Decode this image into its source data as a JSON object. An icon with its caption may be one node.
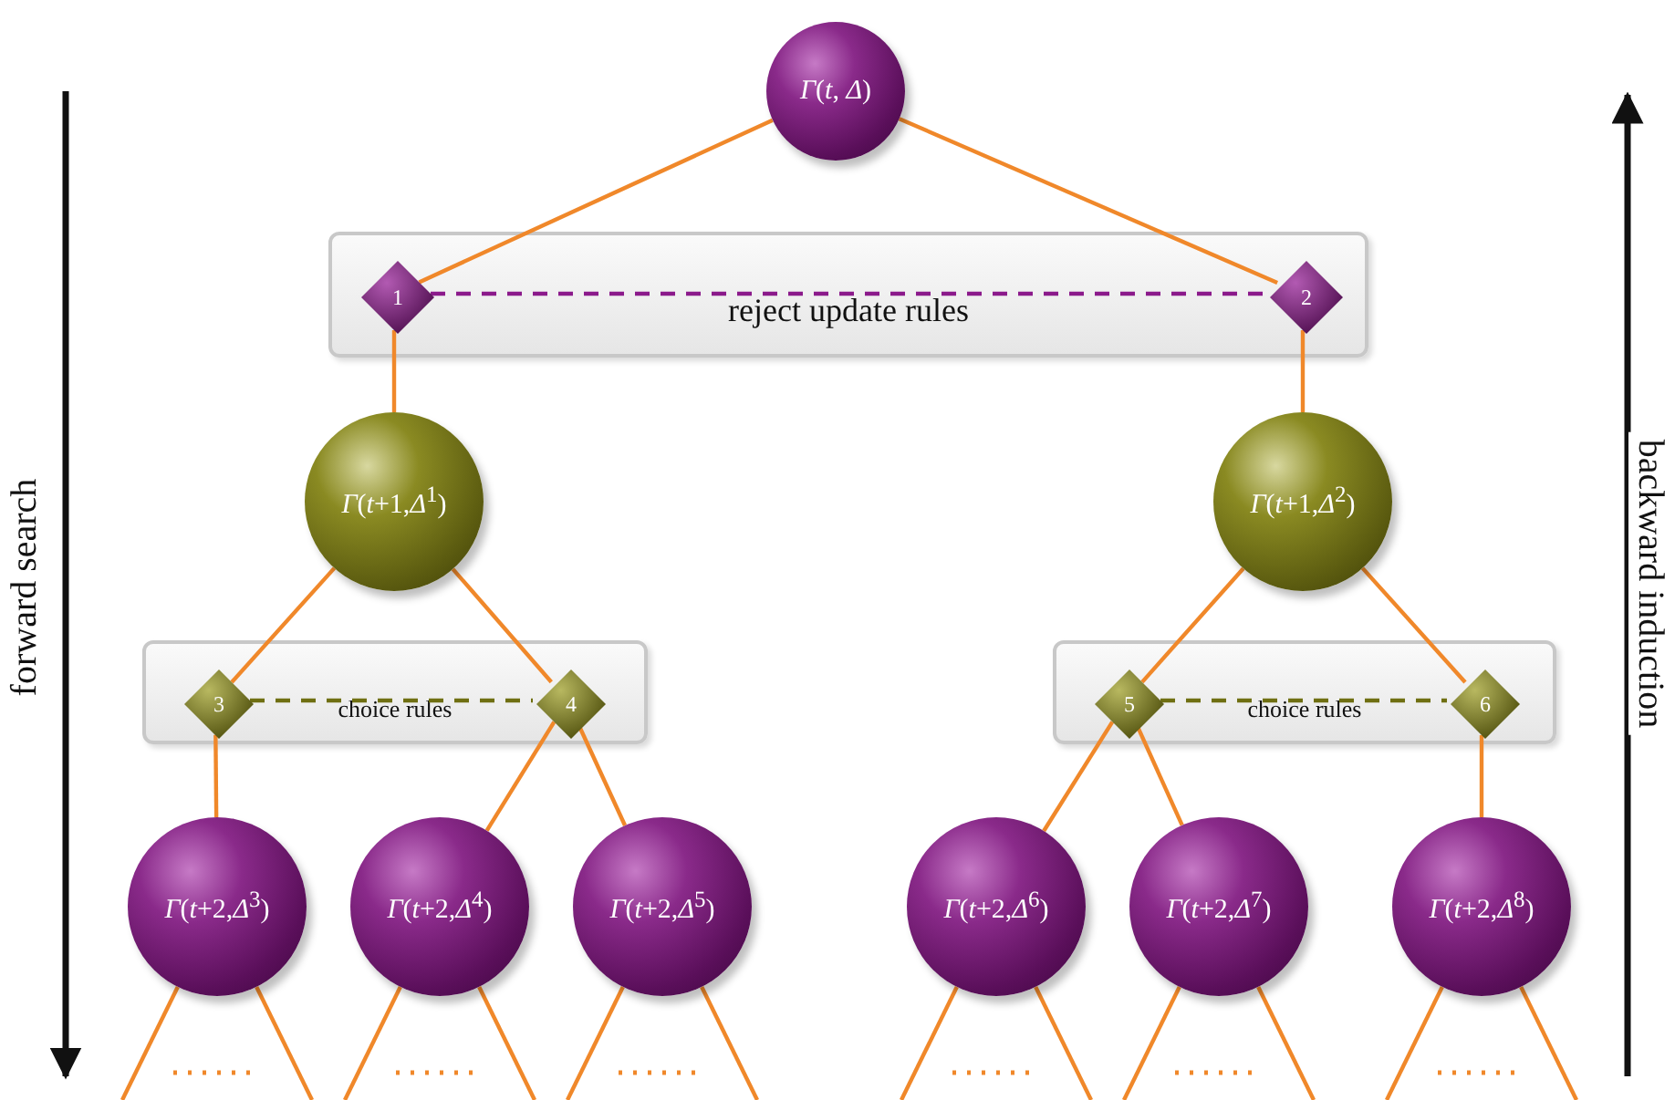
{
  "diagram": {
    "nodes": [
      {
        "text": [
          "*Γ*(*t*, *Δ*)"
        ]
      },
      {
        "text": [
          "reject update rules"
        ]
      },
      {
        "text": [
          "1"
        ],
        "in": 1
      },
      {
        "text": [
          "2"
        ],
        "in": 1
      },
      {
        "text": [
          "*Γ*(*t*+1,*Δ*$^{1}$)"
        ]
      },
      {
        "text": [
          "*Γ*(*t*+1,*Δ*$^{2}$)"
        ]
      },
      {
        "text": [
          "choice rules"
        ]
      },
      {
        "text": [
          "3"
        ],
        "in": 6
      },
      {
        "text": [
          "4"
        ],
        "in": 6
      },
      {
        "text": [
          "choice rules"
        ]
      },
      {
        "text": [
          "5"
        ],
        "in": 9
      },
      {
        "text": [
          "6"
        ],
        "in": 9
      },
      {
        "text": [
          "*Γ*(*t*+2,*Δ*$^{3}$)"
        ]
      },
      {
        "text": [
          "*Γ*(*t*+2,*Δ*$^{4}$)"
        ]
      },
      {
        "text": [
          "*Γ*(*t*+2,*Δ*$^{5}$)"
        ]
      },
      {
        "text": [
          "*Γ*(*t*+2,*Δ*$^{6}$)"
        ]
      },
      {
        "text": [
          "*Γ*(*t*+2,*Δ*$^{7}$)"
        ]
      },
      {
        "text": [
          "*Γ*(*t*+2,*Δ*$^{8}$)"
        ]
      }
    ],
    "edges": [
      {
        "from": 0,
        "to": 2,
        "arrow": "none"
      },
      {
        "from": 0,
        "to": 3,
        "arrow": "none"
      },
      {
        "from": 2,
        "to": 3,
        "arrow": "none",
        "style": "dashed",
        "color": "#8b1a8b"
      },
      {
        "from": 2,
        "to": 4,
        "arrow": "none"
      },
      {
        "from": 3,
        "to": 5,
        "arrow": "none"
      },
      {
        "from": 4,
        "to": 7,
        "arrow": "none"
      },
      {
        "from": 4,
        "to": 8,
        "arrow": "none"
      },
      {
        "from": 5,
        "to": 10,
        "arrow": "none"
      },
      {
        "from": 5,
        "to": 11,
        "arrow": "none"
      },
      {
        "from": 7,
        "to": 8,
        "arrow": "none",
        "style": "dashed",
        "color": "#6f6f12"
      },
      {
        "from": 10,
        "to": 11,
        "arrow": "none",
        "style": "dashed",
        "color": "#6f6f12"
      },
      {
        "from": 7,
        "to": 12,
        "arrow": "none"
      },
      {
        "from": 8,
        "to": 13,
        "arrow": "none"
      },
      {
        "from": 8,
        "to": 14,
        "arrow": "none"
      },
      {
        "from": 10,
        "to": 15,
        "arrow": "none"
      },
      {
        "from": 10,
        "to": 16,
        "arrow": "none"
      },
      {
        "from": 11,
        "to": 17,
        "arrow": "none"
      },
      {
        "from": 12,
        "to": null,
        "arrow": "none"
      },
      {
        "from": 12,
        "to": null,
        "arrow": "none"
      },
      {
        "from": 13,
        "to": null,
        "arrow": "none"
      },
      {
        "from": 13,
        "to": null,
        "arrow": "none"
      },
      {
        "from": 14,
        "to": null,
        "arrow": "none"
      },
      {
        "from": 14,
        "to": null,
        "arrow": "none"
      },
      {
        "from": 15,
        "to": null,
        "arrow": "none"
      },
      {
        "from": 15,
        "to": null,
        "arrow": "none"
      },
      {
        "from": 16,
        "to": null,
        "arrow": "none"
      },
      {
        "from": 16,
        "to": null,
        "arrow": "none"
      },
      {
        "from": 17,
        "to": null,
        "arrow": "none"
      },
      {
        "from": 17,
        "to": null,
        "arrow": "none"
      }
    ],
    "labels": [
      "forward search",
      "backward induction"
    ]
  }
}
